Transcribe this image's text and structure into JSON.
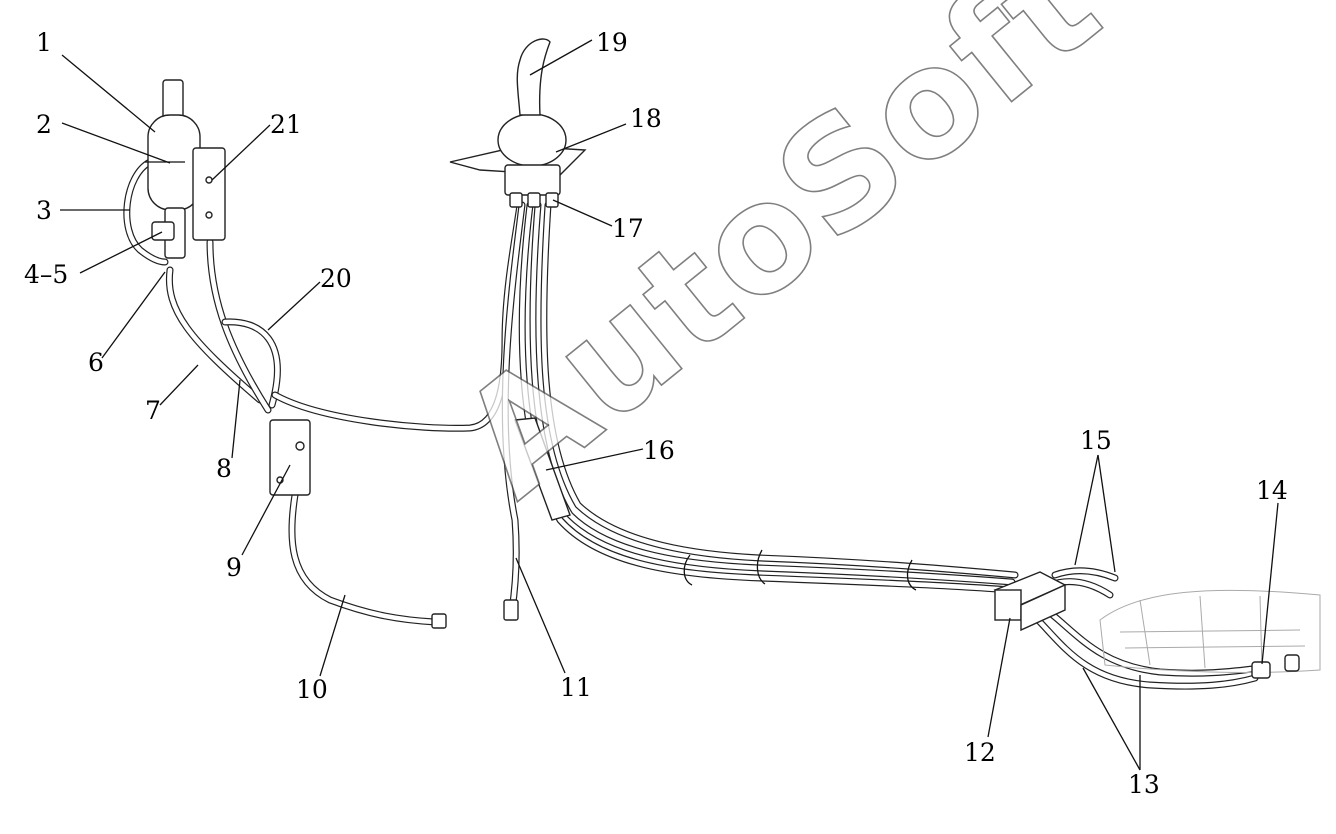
{
  "watermark": "AutoSoft",
  "callouts": {
    "c1": "1",
    "c2": "2",
    "c3": "3",
    "c4_5": "4–5",
    "c6": "6",
    "c7": "7",
    "c8": "8",
    "c9": "9",
    "c10": "10",
    "c11": "11",
    "c12": "12",
    "c13": "13",
    "c14": "14",
    "c15": "15",
    "c16": "16",
    "c17": "17",
    "c18": "18",
    "c19": "19",
    "c20": "20",
    "c21": "21"
  }
}
